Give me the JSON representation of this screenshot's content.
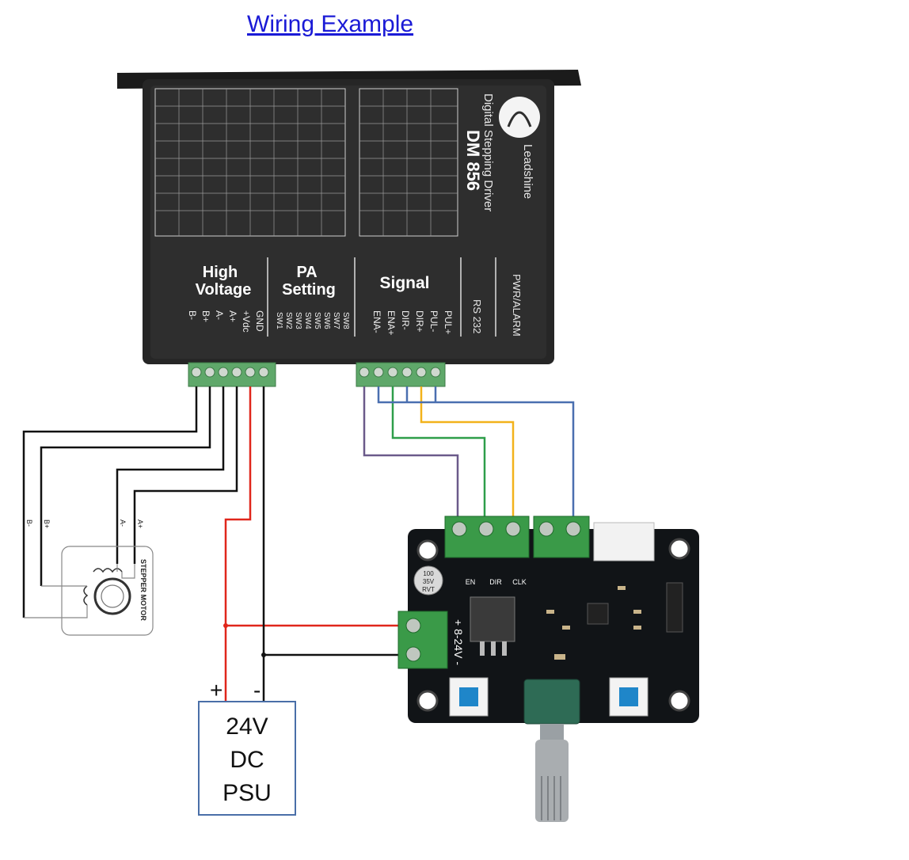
{
  "title": "Wiring Example",
  "driver": {
    "brand": "Leadshine",
    "product": "Digital Stepping Driver",
    "model": "DM 856",
    "section_pwr": "PWR/ALARM",
    "section_rs": "RS 232",
    "section_signal": "Signal",
    "section_pa": "PA Setting",
    "section_hv_1": "High",
    "section_hv_2": "Voltage",
    "signal_pins": [
      "PUL+",
      "PUL-",
      "DIR+",
      "DIR-",
      "ENA+",
      "ENA-"
    ],
    "sw_pins": [
      "SW8",
      "SW7",
      "SW6",
      "SW5",
      "SW4",
      "SW3",
      "SW2",
      "SW1"
    ],
    "hv_pins": [
      "GND",
      "+Vdc",
      "A+",
      "A-",
      "B+",
      "B-"
    ]
  },
  "motor": {
    "label": "STEPPER MOTOR",
    "pins": [
      "B-",
      "B+",
      "A-",
      "A+"
    ]
  },
  "controller": {
    "terminals": [
      "EN",
      "DIR",
      "CLK"
    ],
    "power_label": "+ 8-24V -",
    "cap_label_1": "100",
    "cap_label_2": "35V",
    "cap_label_3": "RVT"
  },
  "psu": {
    "line1": "24V",
    "line2": "DC",
    "line3": "PSU",
    "plus": "+",
    "minus": "-"
  },
  "colors": {
    "red_wire": "#e0261b",
    "black_wire": "#111111",
    "green_wire": "#2e9e4a",
    "yellow_wire": "#f2b21b",
    "purple_wire": "#6b5a8a",
    "blue_wire": "#4a6fb0"
  }
}
